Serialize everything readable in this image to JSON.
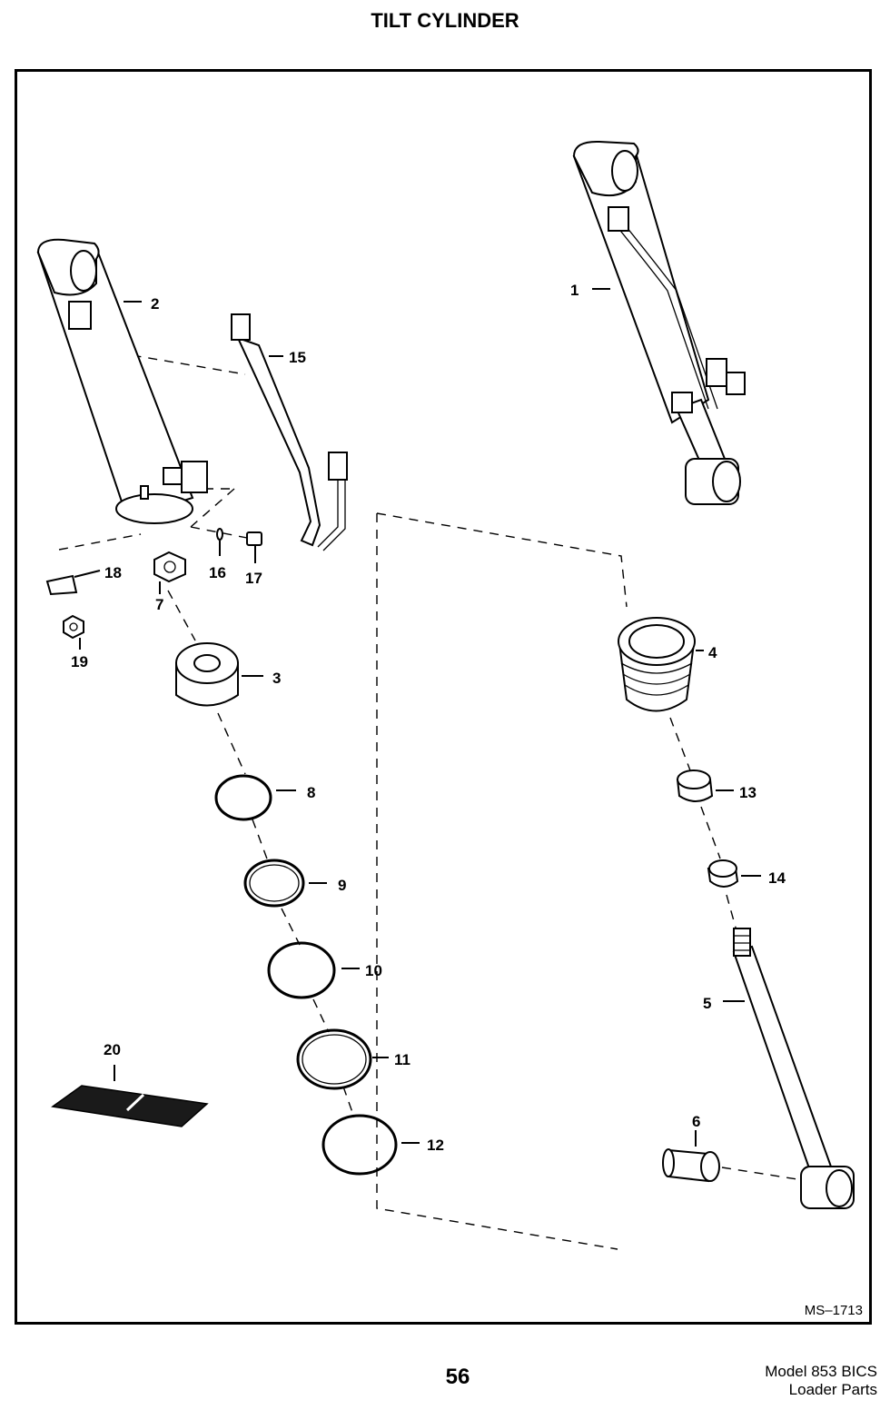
{
  "page": {
    "title": "TILT CYLINDER",
    "drawing_code": "MS–1713",
    "page_number": "56",
    "model_line1": "Model 853 BICS",
    "model_line2": "Loader Parts"
  },
  "callouts": [
    "1",
    "2",
    "3",
    "4",
    "5",
    "6",
    "7",
    "8",
    "9",
    "10",
    "11",
    "12",
    "13",
    "14",
    "15",
    "16",
    "17",
    "18",
    "19",
    "20"
  ]
}
